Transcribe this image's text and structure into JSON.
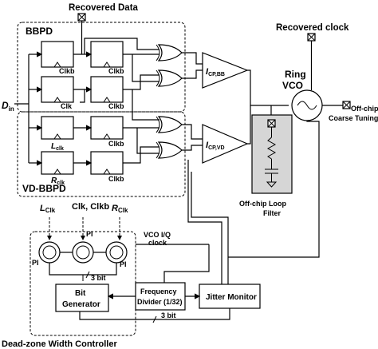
{
  "labels": {
    "recovered_data": "Recovered Data",
    "recovered_clock": "Recovered clock",
    "bbpd": "BBPD",
    "vd_bbpd": "VD-BBPD",
    "din_main": "D",
    "din_sub": "in",
    "icp_bb_main": "I",
    "icp_bb_sub": "CP,BB",
    "icp_vd_main": "I",
    "icp_vd_sub": "CP,VD",
    "ring_vco_line1": "Ring",
    "ring_vco_line2": "VCO",
    "offchip_tuning_line1": "Off-chip",
    "offchip_tuning_line2": "Coarse Tuning",
    "loop_filter_line1": "Off-chip Loop",
    "loop_filter_line2": "Filter",
    "vco_iq_line1": "VCO I/Q",
    "vco_iq_line2": "clock",
    "clk_signals_mid": "Clk, Clkb",
    "l_clk_main": "L",
    "l_clk_sub": "Clk",
    "r_clk_main": "R",
    "r_clk_sub": "Clk",
    "pi": "PI",
    "three_bit": "3 bit",
    "bit_generator_line1": "Bit",
    "bit_generator_line2": "Generator",
    "freq_div_line1": "Frequency",
    "freq_div_line2": "Divider (1/32)",
    "jitter_monitor": "Jitter Monitor",
    "dead_zone": "Dead-zone  Width Controller",
    "ff_clkb": "Clkb",
    "ff_clk": "Clk",
    "lclk_main": "L",
    "lclk_sub": "clk",
    "rclk_main": "R",
    "rclk_sub": "clk"
  }
}
